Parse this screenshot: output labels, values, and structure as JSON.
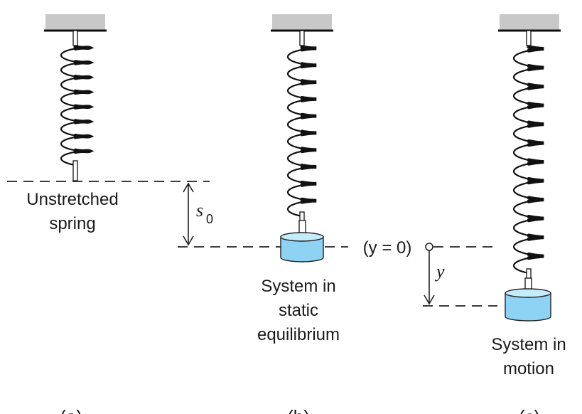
{
  "labels": {
    "unstretched": [
      "Unstretched",
      "spring"
    ],
    "static": [
      "System in",
      "static",
      "equilibrium"
    ],
    "motion": [
      "System in",
      "motion"
    ],
    "s0_symbol": "s",
    "s0_subscript": "0",
    "y_symbol": "y",
    "zero_level": "(y = 0)"
  },
  "panels": [
    "(a)",
    "(b)",
    "(c)"
  ],
  "colors": {
    "mount": "#c8c8c8",
    "spring": "#111111",
    "mass_fill": "#8fd3f4",
    "mass_top": "#c4ecfb",
    "lines": "#222222"
  }
}
